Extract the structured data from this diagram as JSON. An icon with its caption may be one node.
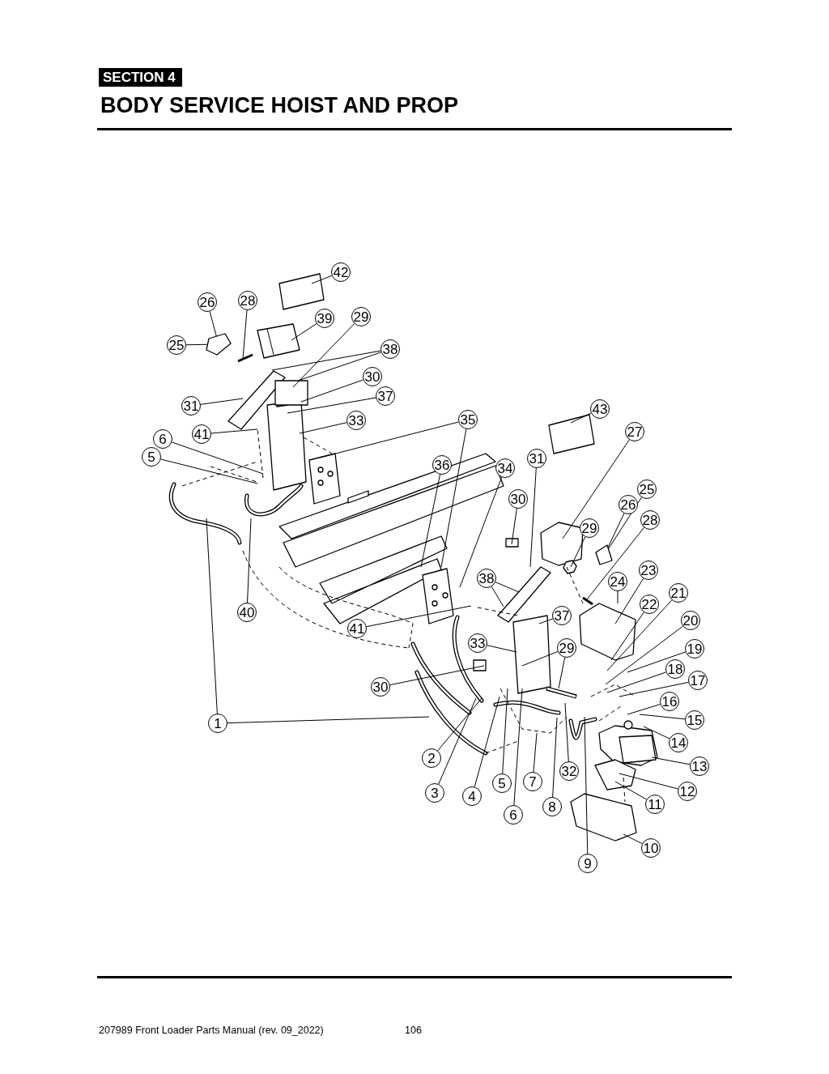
{
  "diagram": {
    "title": "BODY SERVICE HOIST AND PROP",
    "nodes": [
      {
        "text": [
          "42"
        ]
      },
      {
        "text": [
          "26"
        ]
      },
      {
        "text": [
          "28"
        ]
      },
      {
        "text": [
          "39"
        ]
      },
      {
        "text": [
          "29"
        ]
      },
      {
        "text": [
          "25"
        ]
      },
      {
        "text": [
          "38"
        ]
      },
      {
        "text": [
          "30"
        ]
      },
      {
        "text": [
          "31"
        ]
      },
      {
        "text": [
          "37"
        ]
      },
      {
        "text": [
          "33"
        ]
      },
      {
        "text": [
          "41"
        ]
      },
      {
        "text": [
          "6"
        ]
      },
      {
        "text": [
          "5"
        ]
      },
      {
        "text": [
          "35"
        ]
      },
      {
        "text": [
          "36"
        ]
      },
      {
        "text": [
          "34"
        ]
      },
      {
        "text": [
          "31"
        ]
      },
      {
        "text": [
          "43"
        ]
      },
      {
        "text": [
          "27"
        ]
      },
      {
        "text": [
          "30"
        ]
      },
      {
        "text": [
          "25"
        ]
      },
      {
        "text": [
          "26"
        ]
      },
      {
        "text": [
          "28"
        ]
      },
      {
        "text": [
          "29"
        ]
      },
      {
        "text": [
          "38"
        ]
      },
      {
        "text": [
          "24"
        ]
      },
      {
        "text": [
          "23"
        ]
      },
      {
        "text": [
          "22"
        ]
      },
      {
        "text": [
          "21"
        ]
      },
      {
        "text": [
          "20"
        ]
      },
      {
        "text": [
          "19"
        ]
      },
      {
        "text": [
          "18"
        ]
      },
      {
        "text": [
          "17"
        ]
      },
      {
        "text": [
          "16"
        ]
      },
      {
        "text": [
          "15"
        ]
      },
      {
        "text": [
          "14"
        ]
      },
      {
        "text": [
          "13"
        ]
      },
      {
        "text": [
          "12"
        ]
      },
      {
        "text": [
          "11"
        ]
      },
      {
        "text": [
          "10"
        ]
      },
      {
        "text": [
          "9"
        ]
      },
      {
        "text": [
          "8"
        ]
      },
      {
        "text": [
          "32"
        ]
      },
      {
        "text": [
          "7"
        ]
      },
      {
        "text": [
          "6"
        ]
      },
      {
        "text": [
          "5"
        ]
      },
      {
        "text": [
          "4"
        ]
      },
      {
        "text": [
          "3"
        ]
      },
      {
        "text": [
          "2"
        ]
      },
      {
        "text": [
          "1"
        ]
      },
      {
        "text": [
          "30"
        ]
      },
      {
        "text": [
          "33"
        ]
      },
      {
        "text": [
          "29"
        ]
      },
      {
        "text": [
          "40"
        ]
      },
      {
        "text": [
          "41"
        ]
      },
      {
        "text": [
          "37"
        ]
      },
      {
        "text": [],
        "shape": "bracket"
      },
      {
        "text": [],
        "shape": "bracket"
      }
    ],
    "edges": [
      {
        "from": 0,
        "to": null,
        "arrow": "none"
      },
      {
        "from": 1,
        "to": 57,
        "arrow": "none"
      },
      {
        "from": 2,
        "to": null,
        "arrow": "none"
      },
      {
        "from": 3,
        "to": null,
        "arrow": "none"
      },
      {
        "from": 4,
        "to": null,
        "arrow": "none"
      },
      {
        "from": 5,
        "to": 57,
        "arrow": "none"
      },
      {
        "from": 6,
        "to": null,
        "arrow": "none"
      },
      {
        "from": 6,
        "to": null,
        "arrow": "none"
      },
      {
        "from": 7,
        "to": null,
        "arrow": "none"
      },
      {
        "from": 8,
        "to": null,
        "arrow": "none"
      },
      {
        "from": 9,
        "to": null,
        "arrow": "none"
      },
      {
        "from": 10,
        "to": null,
        "arrow": "none"
      },
      {
        "from": 11,
        "to": null,
        "arrow": "none"
      },
      {
        "from": 12,
        "to": null,
        "arrow": "none"
      },
      {
        "from": 13,
        "to": null,
        "arrow": "none"
      },
      {
        "from": 14,
        "to": null,
        "arrow": "none"
      },
      {
        "from": 14,
        "to": null,
        "arrow": "none"
      },
      {
        "from": 15,
        "to": null,
        "arrow": "none"
      },
      {
        "from": 16,
        "to": null,
        "arrow": "none"
      },
      {
        "from": 17,
        "to": null,
        "arrow": "none"
      },
      {
        "from": 18,
        "to": null,
        "arrow": "none"
      },
      {
        "from": 19,
        "to": null,
        "arrow": "none"
      },
      {
        "from": 20,
        "to": null,
        "arrow": "none"
      },
      {
        "from": 21,
        "to": 58,
        "arrow": "none"
      },
      {
        "from": 22,
        "to": 58,
        "arrow": "none"
      },
      {
        "from": 23,
        "to": null,
        "arrow": "none"
      },
      {
        "from": 24,
        "to": null,
        "arrow": "none"
      },
      {
        "from": 25,
        "to": null,
        "arrow": "none"
      },
      {
        "from": 25,
        "to": null,
        "arrow": "none"
      },
      {
        "from": 26,
        "to": null,
        "arrow": "none"
      },
      {
        "from": 27,
        "to": null,
        "arrow": "none"
      },
      {
        "from": 28,
        "to": null,
        "arrow": "none"
      },
      {
        "from": 29,
        "to": null,
        "arrow": "none"
      },
      {
        "from": 30,
        "to": null,
        "arrow": "none"
      },
      {
        "from": 31,
        "to": null,
        "arrow": "none"
      },
      {
        "from": 32,
        "to": null,
        "arrow": "none"
      },
      {
        "from": 33,
        "to": null,
        "arrow": "none"
      },
      {
        "from": 34,
        "to": null,
        "arrow": "none"
      },
      {
        "from": 35,
        "to": null,
        "arrow": "none"
      },
      {
        "from": 36,
        "to": null,
        "arrow": "none"
      },
      {
        "from": 37,
        "to": null,
        "arrow": "none"
      },
      {
        "from": 38,
        "to": null,
        "arrow": "none"
      },
      {
        "from": 39,
        "to": null,
        "arrow": "none"
      },
      {
        "from": 40,
        "to": null,
        "arrow": "none"
      },
      {
        "from": 41,
        "to": null,
        "arrow": "none"
      },
      {
        "from": 42,
        "to": null,
        "arrow": "none"
      },
      {
        "from": 43,
        "to": null,
        "arrow": "none"
      },
      {
        "from": 44,
        "to": null,
        "arrow": "none"
      },
      {
        "from": 45,
        "to": null,
        "arrow": "none"
      },
      {
        "from": 46,
        "to": null,
        "arrow": "none"
      },
      {
        "from": 47,
        "to": null,
        "arrow": "none"
      },
      {
        "from": 48,
        "to": null,
        "arrow": "none"
      },
      {
        "from": 49,
        "to": null,
        "arrow": "none"
      },
      {
        "from": 50,
        "to": null,
        "arrow": "none"
      },
      {
        "from": 50,
        "to": null,
        "arrow": "none"
      },
      {
        "from": 51,
        "to": null,
        "arrow": "none"
      },
      {
        "from": 52,
        "to": null,
        "arrow": "none"
      },
      {
        "from": 53,
        "to": null,
        "arrow": "none"
      },
      {
        "from": 53,
        "to": null,
        "arrow": "none"
      },
      {
        "from": 54,
        "to": null,
        "arrow": "none"
      },
      {
        "from": 55,
        "to": null,
        "arrow": "none"
      },
      {
        "from": 56,
        "to": null,
        "arrow": "none"
      }
    ],
    "labels": [
      "SECTION 4",
      "207989 Front Loader Parts Manual (rev. 09_2022)",
      "106"
    ]
  }
}
